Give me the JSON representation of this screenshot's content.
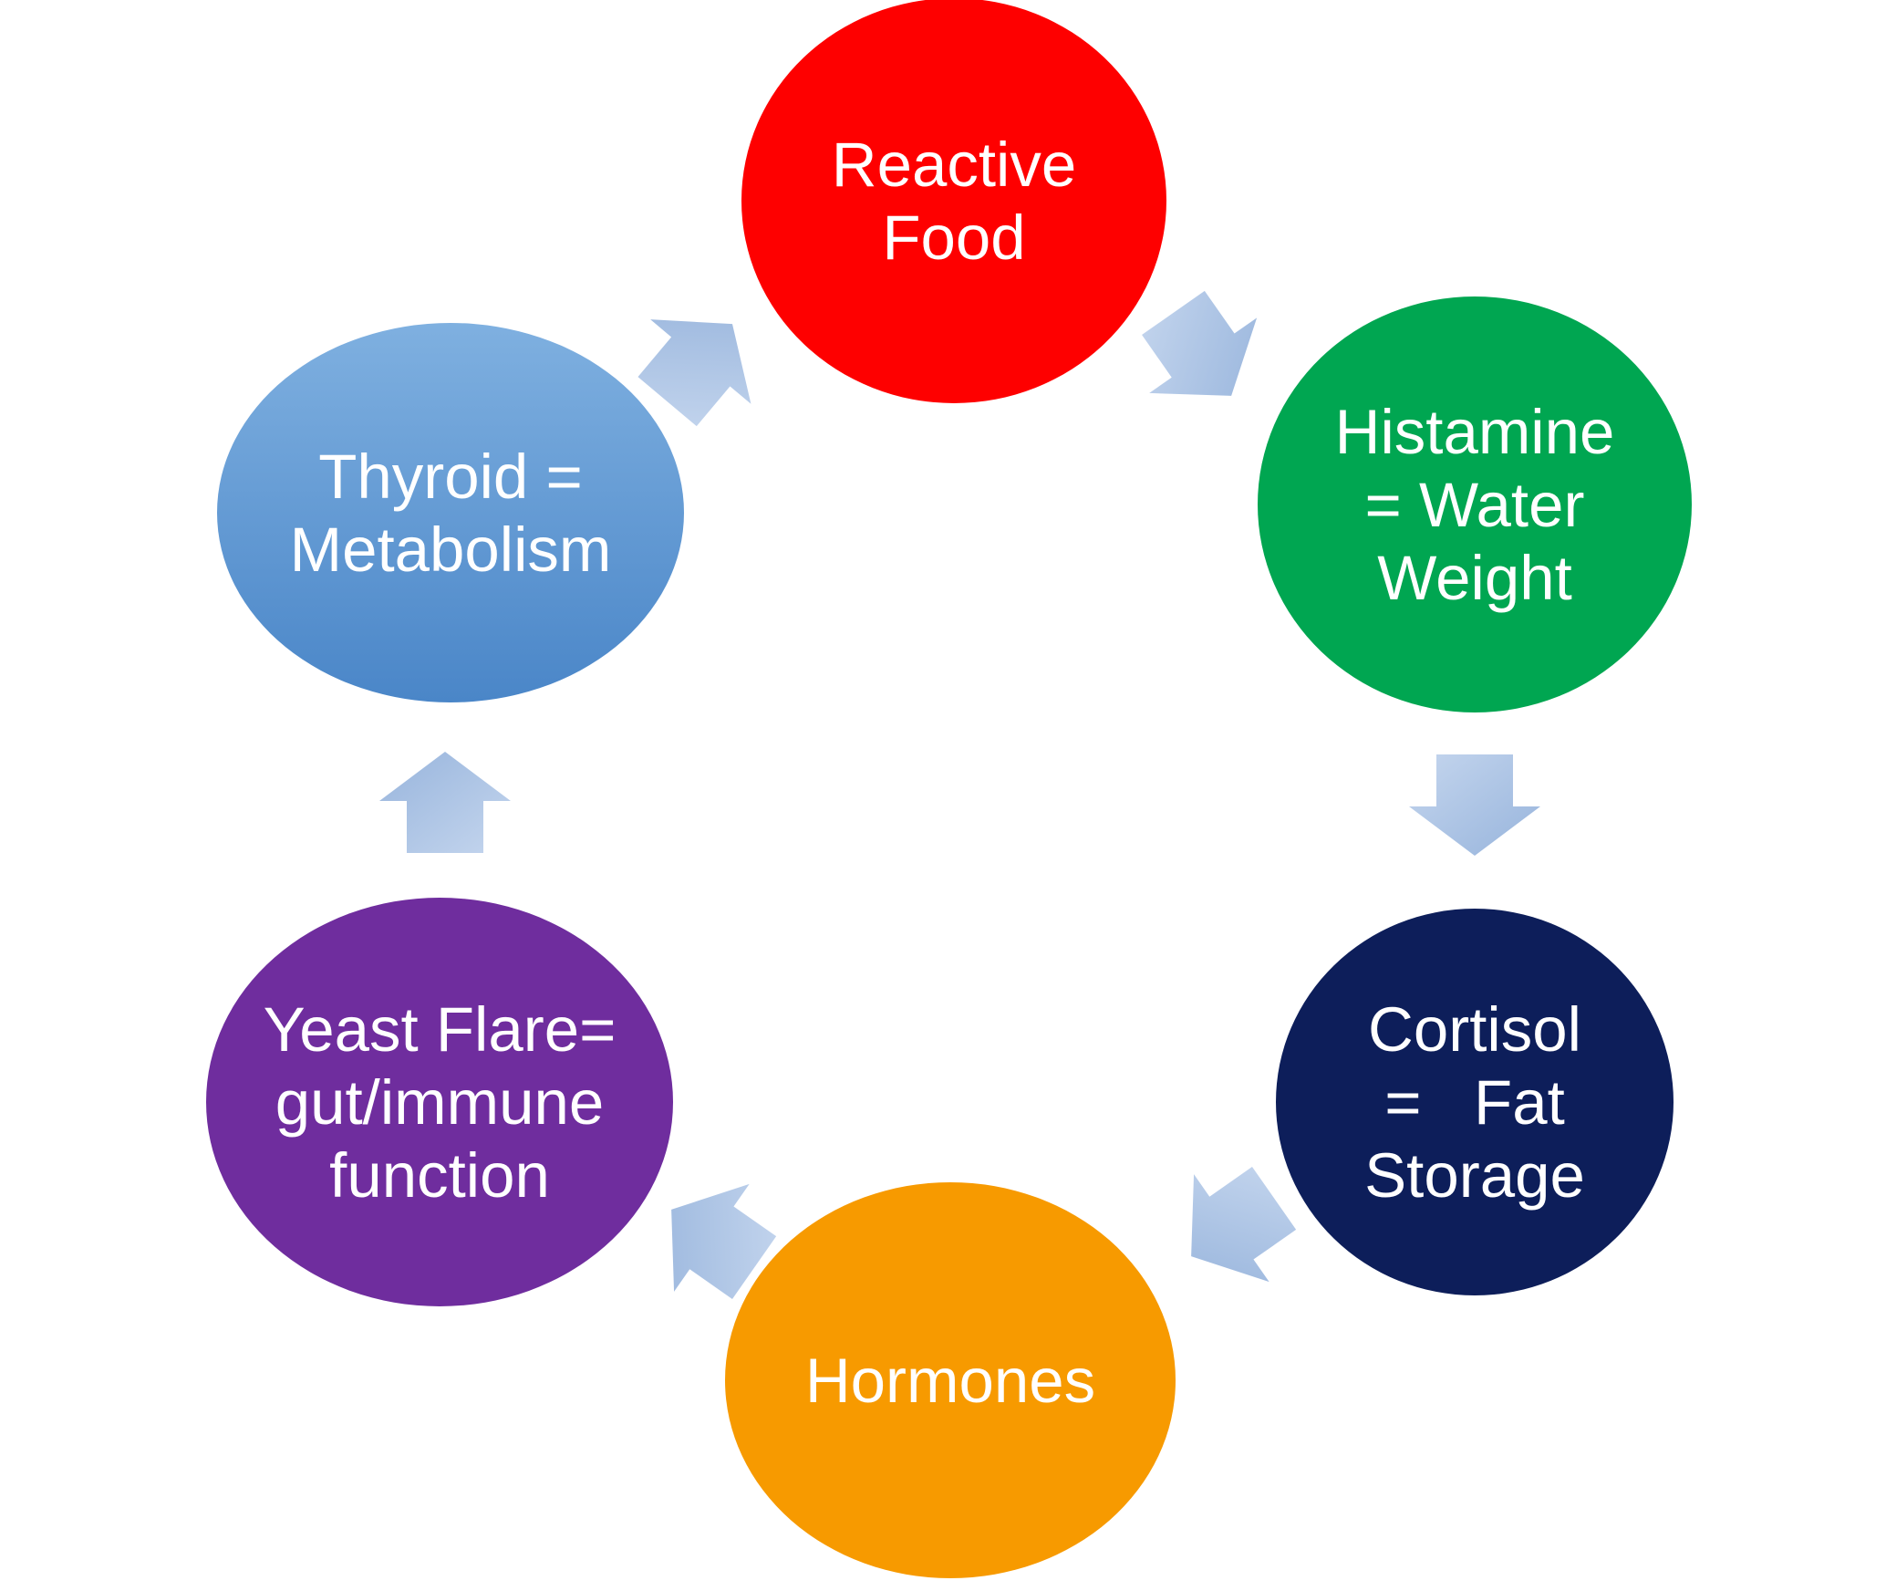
{
  "diagram": {
    "type": "cycle",
    "nodes": [
      {
        "id": "reactive-food",
        "lines": [
          "Reactive",
          "Food"
        ],
        "color": "#fe0000"
      },
      {
        "id": "histamine",
        "lines": [
          "Histamine",
          "= Water",
          "Weight"
        ],
        "color": "#00a651"
      },
      {
        "id": "cortisol",
        "lines": [
          "Cortisol",
          "=   Fat",
          "Storage"
        ],
        "color": "#0d1e5a"
      },
      {
        "id": "hormones",
        "lines": [
          "Hormones"
        ],
        "color": "#f79a00"
      },
      {
        "id": "yeast-flare",
        "lines": [
          "Yeast Flare=",
          "gut/immune",
          "function"
        ],
        "color": "#6f2d9e"
      },
      {
        "id": "thyroid",
        "lines": [
          "Thyroid =",
          "Metabolism"
        ],
        "color": "#5b9bd5"
      }
    ],
    "edges": [
      {
        "from": "reactive-food",
        "to": "histamine"
      },
      {
        "from": "histamine",
        "to": "cortisol"
      },
      {
        "from": "cortisol",
        "to": "hormones"
      },
      {
        "from": "hormones",
        "to": "yeast-flare"
      },
      {
        "from": "yeast-flare",
        "to": "thyroid"
      },
      {
        "from": "thyroid",
        "to": "reactive-food"
      }
    ],
    "arrow_color": "#a9c4e6"
  }
}
